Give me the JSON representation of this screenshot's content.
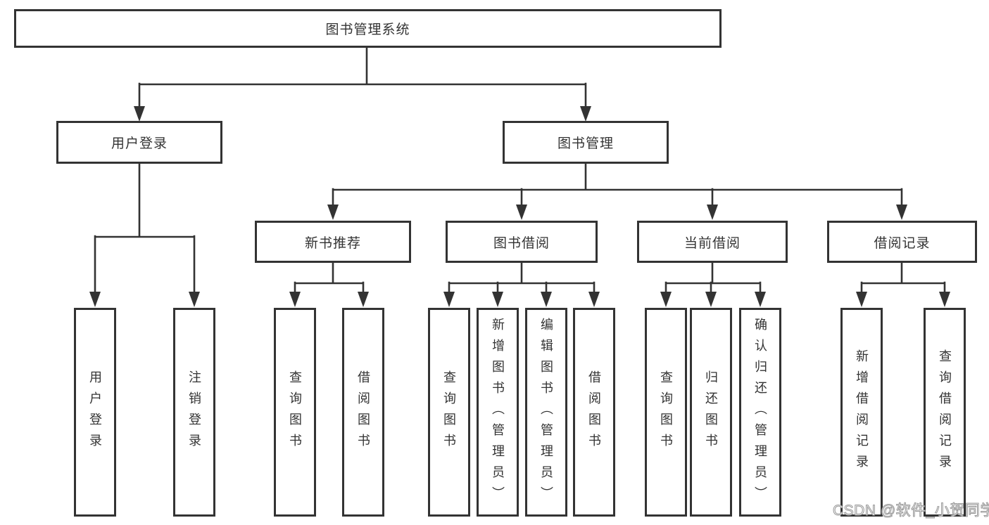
{
  "colors": {
    "background": "#ffffff",
    "line": "#333333",
    "node_border": "#333333",
    "node_text": "#333333",
    "watermark_fill": "#ffffff",
    "watermark_outline": "#9a9a9a"
  },
  "watermark": {
    "text": "CSDN @软件_小贺同学"
  },
  "tree": {
    "label": "图书管理系统",
    "children": [
      {
        "label": "用户登录",
        "children": [
          {
            "label": "用户登录"
          },
          {
            "label": "注销登录"
          }
        ]
      },
      {
        "label": "图书管理",
        "children": [
          {
            "label": "新书推荐",
            "children": [
              {
                "label": "查询图书"
              },
              {
                "label": "借阅图书"
              }
            ]
          },
          {
            "label": "图书借阅",
            "children": [
              {
                "label": "查询图书"
              },
              {
                "label": "新增图书（管理员）"
              },
              {
                "label": "编辑图书（管理员）"
              },
              {
                "label": "借阅图书"
              }
            ]
          },
          {
            "label": "当前借阅",
            "children": [
              {
                "label": "查询图书"
              },
              {
                "label": "归还图书"
              },
              {
                "label": "确认归还（管理员）"
              }
            ]
          },
          {
            "label": "借阅记录",
            "children": [
              {
                "label": "新增借阅记录"
              },
              {
                "label": "查询借阅记录"
              }
            ]
          }
        ]
      }
    ]
  }
}
